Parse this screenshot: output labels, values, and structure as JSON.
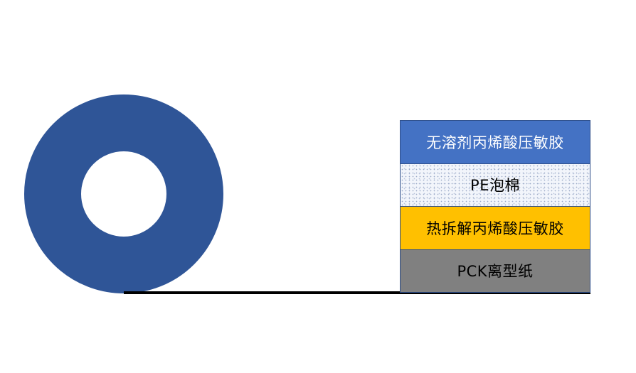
{
  "colors": {
    "roll": "#2f5597",
    "line": "#000000"
  },
  "layers": [
    {
      "label": "无溶剂丙烯酸压敏胶",
      "color": "#4472c4"
    },
    {
      "label": "PE泡棉",
      "color": "#f2f5fb"
    },
    {
      "label": "热拆解丙烯酸压敏胶",
      "color": "#ffc000"
    },
    {
      "label": "PCK离型纸",
      "color": "#808080"
    }
  ]
}
